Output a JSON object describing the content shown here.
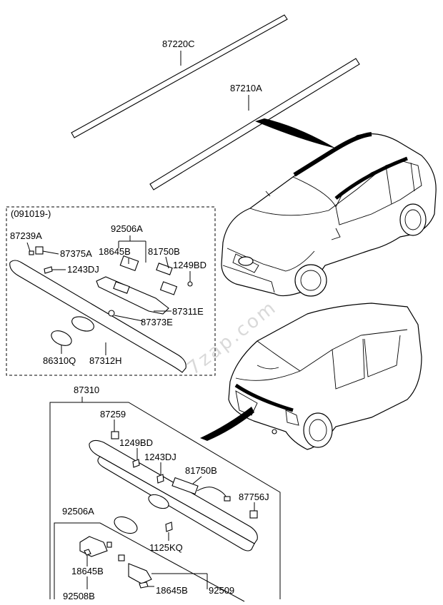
{
  "diagram": {
    "version_note": "(091019-)",
    "watermark": "7zap.com",
    "labels": {
      "p87220C": "87220C",
      "p87210A": "87210A",
      "p92506A_top": "92506A",
      "p87239A": "87239A",
      "p87375A": "87375A",
      "p18645B_top": "18645B",
      "p81750B_top": "81750B",
      "p1249BD_top": "1249BD",
      "p1243DJ_top": "1243DJ",
      "p87311E": "87311E",
      "p87373E": "87373E",
      "p86310Q": "86310Q",
      "p87312H": "87312H",
      "p87310": "87310",
      "p87259": "87259",
      "p1249BD_bot": "1249BD",
      "p1243DJ_bot": "1243DJ",
      "p81750B_bot": "81750B",
      "p87756J": "87756J",
      "p92506A_bot": "92506A",
      "p1125KQ": "1125KQ",
      "p18645B_bot1": "18645B",
      "p18645B_bot2": "18645B",
      "p92509": "92509",
      "p92508B": "92508B"
    }
  }
}
